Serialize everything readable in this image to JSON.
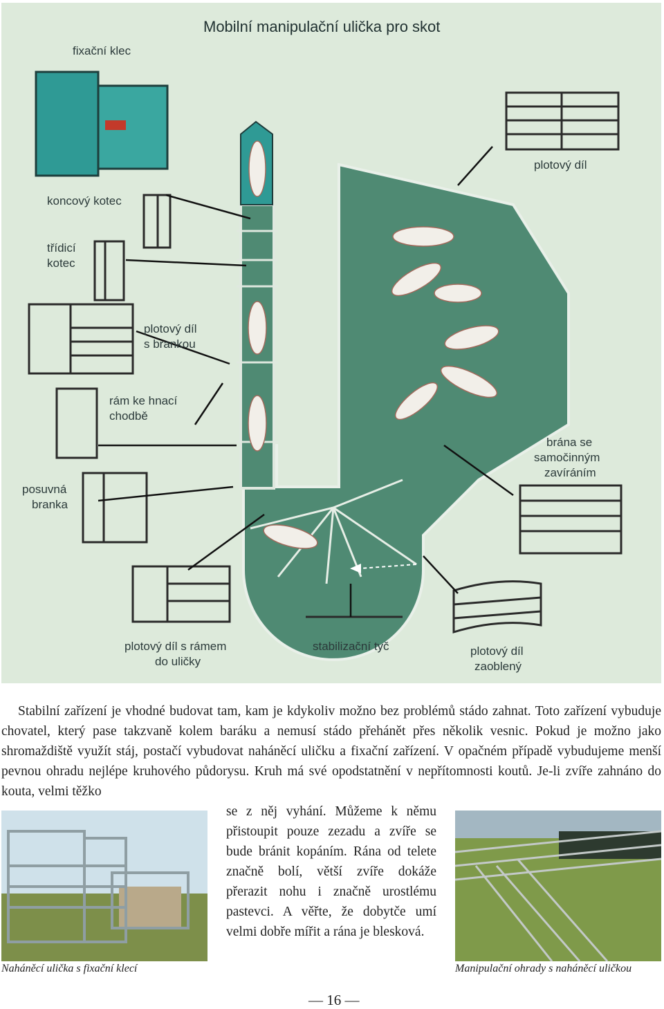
{
  "diagram": {
    "title": "Mobilní manipulační ulička pro skot",
    "labels": {
      "fixacni_klec": "fixační klec",
      "plotovy_dil_top": "plotový díl",
      "koncovy_kotec": "koncový kotec",
      "tridici_kotec_1": "třídicí",
      "tridici_kotec_2": "kotec",
      "plotovy_dil_branka_1": "plotový díl",
      "plotovy_dil_branka_2": "s brankou",
      "ram_hnaci_1": "rám ke hnací",
      "ram_hnaci_2": "chodbě",
      "brana_1": "brána se",
      "brana_2": "samočinným",
      "brana_3": "zavíráním",
      "posuvna_1": "posuvná",
      "posuvna_2": "branka",
      "plotovy_dil_ram_1": "plotový díl s rámem",
      "plotovy_dil_ram_2": "do uličky",
      "stabilizacni_tyc": "stabilizační tyč",
      "zaobleny_1": "plotový díl",
      "zaobleny_2": "zaoblený"
    },
    "colors": {
      "background": "#ddeadb",
      "pen": "#4f8a73",
      "gate": "#2f9a95",
      "rails": "#2a2a2a"
    }
  },
  "article": {
    "paragraph": "Stabilní zařízení je vhodné budovat tam, kam je kdykoliv možno bez problémů stádo zahnat. Toto zařízení vybuduje chovatel, který pase takzvaně kolem baráku a nemusí stádo přehánět přes několik vesnic. Pokud je možno jako shromaždiště využít stáj, postačí vybudovat naháněcí uličku a fixační zařízení. V opačném případě vybudujeme menší pevnou ohradu nejlépe kruhového půdorysu. Kruh má své opodstatnění v nepřítomnosti koutů. Je-li zvíře zahnáno do kouta, velmi těžko",
    "column": "se z něj vyhání. Můžeme k němu přistoupit pouze zezadu a zvíře se bude bránit kopáním. Rána od telete značně bolí, větší zvíře dokáže přerazit nohu i značně urostlému pastevci. A věřte, že dobytče umí velmi dobře mířit a rána je blesková."
  },
  "photos": {
    "left_caption": "Naháněcí ulička s fixační klecí",
    "right_caption": "Manipulační ohrady s naháněcí uličkou"
  },
  "page_number": "— 16 —"
}
